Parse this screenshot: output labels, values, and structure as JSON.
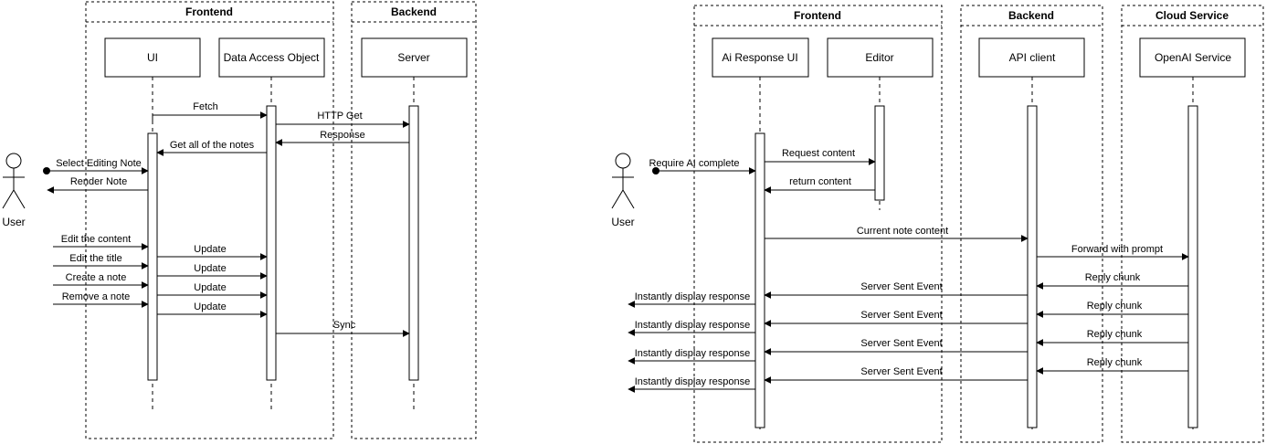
{
  "left": {
    "groups": {
      "frontend": "Frontend",
      "backend": "Backend"
    },
    "participants": {
      "ui": "UI",
      "dao": "Data Access Object",
      "server": "Server"
    },
    "actor": "User",
    "messages": {
      "fetch": "Fetch",
      "http_get": "HTTP Get",
      "response": "Response",
      "get_all_notes": "Get all of the notes",
      "select_editing_note": "Select Editing Note",
      "render_note": "Render Note",
      "edit_content": "Edit the content",
      "edit_title": "Edit the title",
      "create_note": "Create a note",
      "remove_note": "Remove a note",
      "update_1": "Update",
      "update_2": "Update",
      "update_3": "Update",
      "update_4": "Update",
      "sync": "Sync"
    }
  },
  "right": {
    "groups": {
      "frontend": "Frontend",
      "backend": "Backend",
      "cloud": "Cloud Service"
    },
    "participants": {
      "ai_ui": "Ai Response UI",
      "editor": "Editor",
      "api_client": "API client",
      "openai": "OpenAI Service"
    },
    "actor": "User",
    "messages": {
      "require_ai": "Require AI complete",
      "request_content": "Request content",
      "return_content": "return content",
      "current_note": "Current note content",
      "forward_prompt": "Forward with prompt",
      "reply_chunk_1": "Reply chunk",
      "reply_chunk_2": "Reply chunk",
      "reply_chunk_3": "Reply chunk",
      "reply_chunk_4": "Reply chunk",
      "sse_1": "Server Sent Event",
      "sse_2": "Server Sent Event",
      "sse_3": "Server Sent Event",
      "sse_4": "Server Sent Event",
      "display_1": "Instantly display response",
      "display_2": "Instantly display response",
      "display_3": "Instantly display response",
      "display_4": "Instantly display response"
    }
  }
}
